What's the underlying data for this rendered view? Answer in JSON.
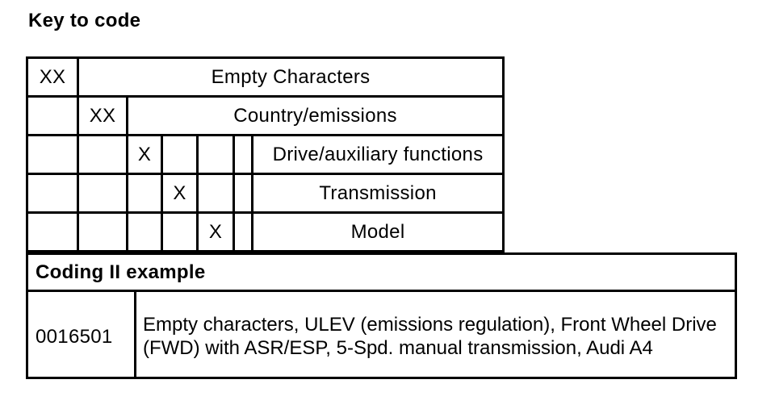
{
  "page": {
    "title": "Key to code"
  },
  "key_table": {
    "rows": [
      {
        "code": "XX",
        "label": "Empty Characters"
      },
      {
        "code": "XX",
        "label": "Country/emissions"
      },
      {
        "code": "X",
        "label": "Drive/auxiliary functions"
      },
      {
        "code": "X",
        "label": "Transmission"
      },
      {
        "code": "X",
        "label": "Model"
      }
    ]
  },
  "example_table": {
    "header": "Coding II example",
    "code": "0016501",
    "description": "Empty characters, ULEV (emissions regulation), Front Wheel Drive (FWD) with ASR/ESP, 5-Spd. manual transmission, Audi A4"
  },
  "colors": {
    "text": "#000000",
    "background": "#ffffff",
    "border": "#000000"
  }
}
